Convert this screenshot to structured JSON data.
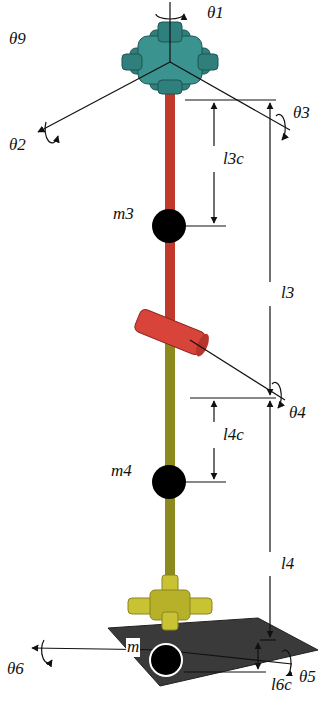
{
  "diagram": {
    "labels": [
      "θ1",
      "θ9",
      "θ2",
      "θ3",
      "l3c",
      "m3",
      "l3",
      "θ4",
      "l4c",
      "m4",
      "l4",
      "θ6",
      "θ5",
      "m",
      "l6c"
    ]
  }
}
